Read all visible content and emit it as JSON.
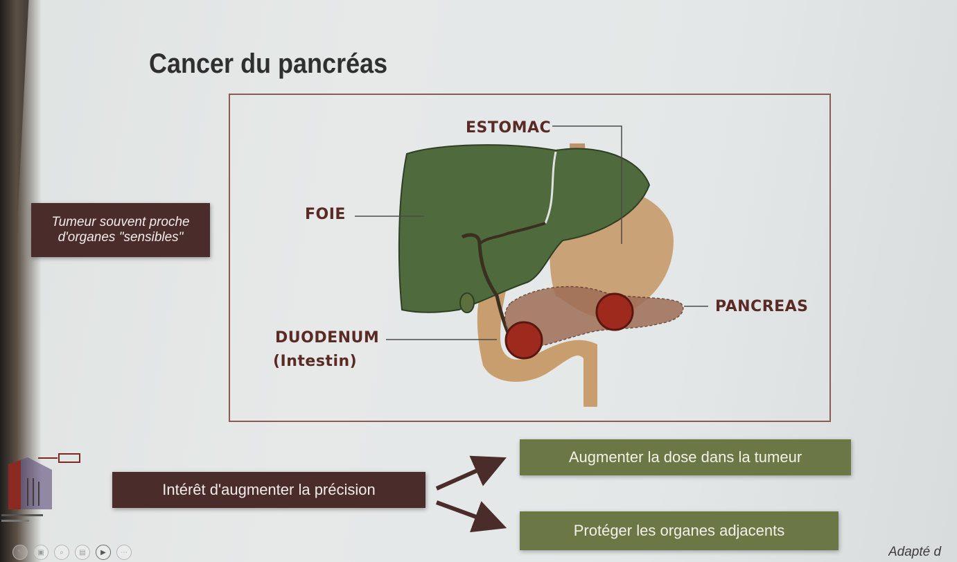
{
  "slide": {
    "title": "Cancer du pancréas",
    "note_line1": "Tumeur souvent proche",
    "note_line2": "d'organes \"sensibles\"",
    "interest": "Intérêt d'augmenter la précision",
    "option_dose": "Augmenter la dose dans la tumeur",
    "option_protect": "Protéger les organes adjacents",
    "credit": "Adapté d"
  },
  "diagram": {
    "labels": {
      "estomac": "ESTOMAC",
      "foie": "FOIE",
      "pancreas": "PANCREAS",
      "duodenum": "DUODENUM",
      "intestin": "(Intestin)"
    }
  },
  "toolbar": {
    "icons": [
      "pen-icon",
      "copy-icon",
      "zoom-icon",
      "subtitles-icon",
      "camera-icon",
      "more-icon"
    ]
  },
  "colors": {
    "dark_box": "#4a2d2b",
    "green_box": "#6b7845",
    "liver": "#4f6a3c",
    "stomach": "#b58a5c",
    "tumor": "#9e2a1e"
  }
}
